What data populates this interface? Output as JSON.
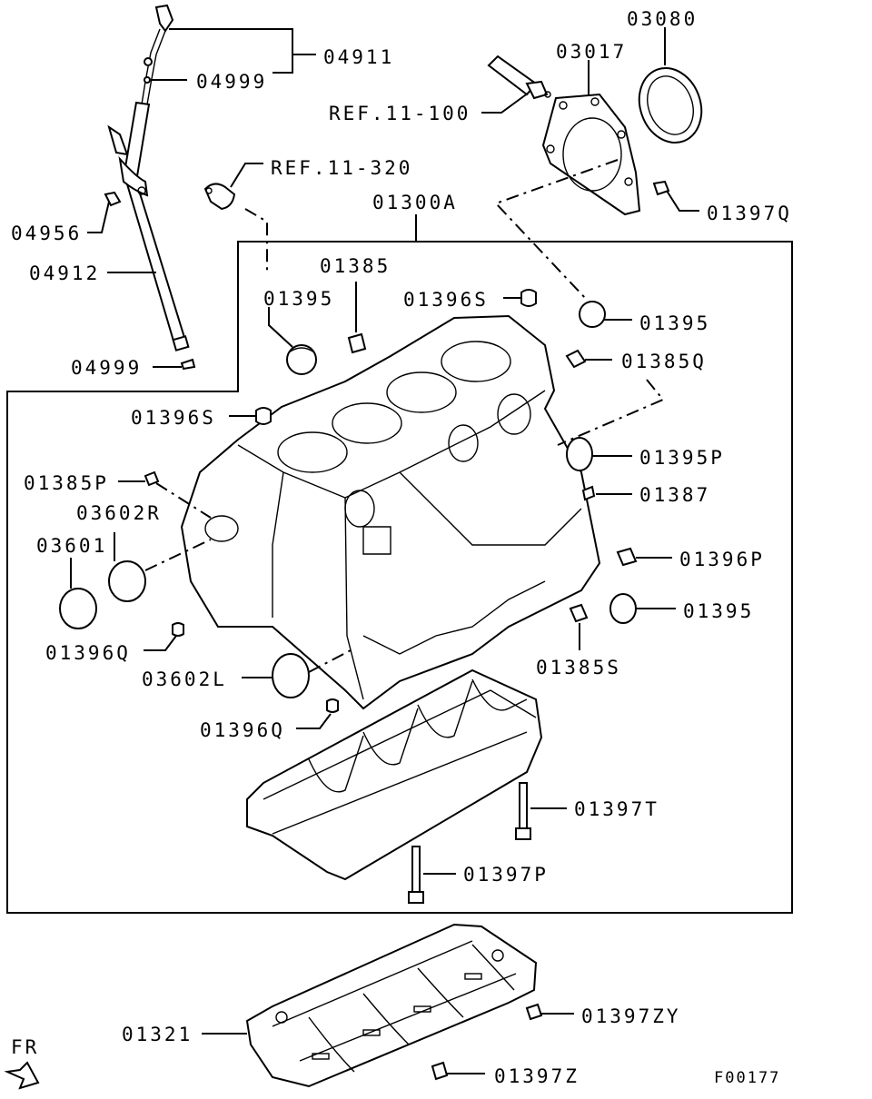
{
  "diagram": {
    "group_label": "01300A",
    "footer_code": "F00177",
    "direction_label": "FR",
    "parts": {
      "p04911": "04911",
      "p04999_top": "04999",
      "p04956": "04956",
      "p04912": "04912",
      "p04999_bottom": "04999",
      "ref_11_320": "REF.11-320",
      "ref_11_100": "REF.11-100",
      "p03017": "03017",
      "p03080": "03080",
      "p01397q": "01397Q",
      "p01385": "01385",
      "p01395_left": "01395",
      "p01396s_top": "01396S",
      "p01395_right": "01395",
      "p01385q": "01385Q",
      "p01396s_left": "01396S",
      "p01395p": "01395P",
      "p01385p": "01385P",
      "p01387": "01387",
      "p03602r": "03602R",
      "p03601": "03601",
      "p01396p": "01396P",
      "p01395_low": "01395",
      "p01396q_a": "01396Q",
      "p01385s": "01385S",
      "p03602l": "03602L",
      "p01396q_b": "01396Q",
      "p01397t": "01397T",
      "p01397p": "01397P",
      "p01321": "01321",
      "p01397zy": "01397ZY",
      "p01397z": "01397Z"
    }
  }
}
